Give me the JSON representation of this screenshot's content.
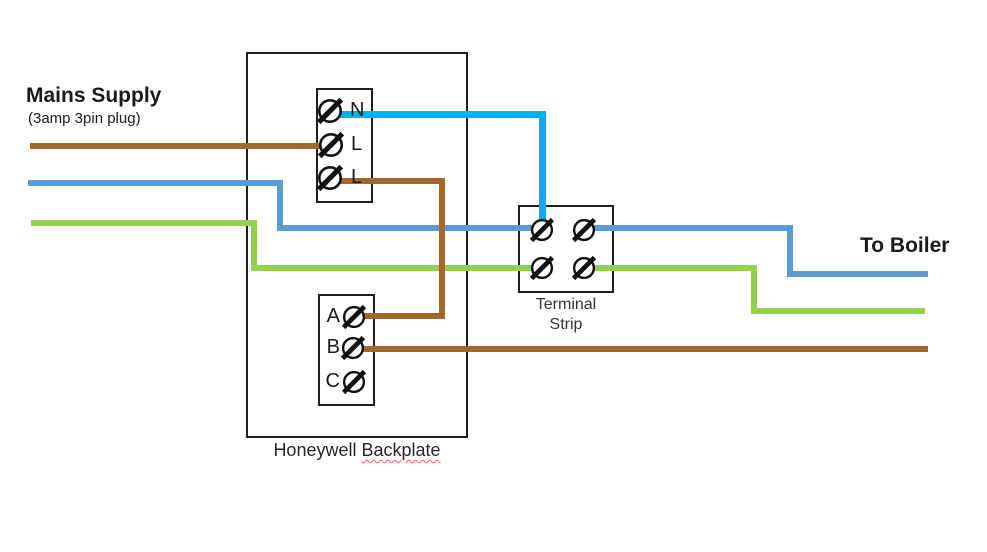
{
  "labels": {
    "mains_title": "Mains Supply",
    "mains_subtitle": "(3amp 3pin plug)",
    "to_boiler": "To Boiler",
    "terminal_strip_line1": "Terminal",
    "terminal_strip_line2": "Strip",
    "backplate_word1": "Honeywell",
    "backplate_word2": "Backplate"
  },
  "backplate": {
    "top_terminals": [
      {
        "id": "N",
        "label": "N"
      },
      {
        "id": "L1",
        "label": "L"
      },
      {
        "id": "L2",
        "label": "L"
      }
    ],
    "bottom_terminals": [
      {
        "id": "A",
        "label": "A"
      },
      {
        "id": "B",
        "label": "B"
      },
      {
        "id": "C",
        "label": "C"
      }
    ]
  },
  "terminal_strip": {
    "screw_count": 4
  },
  "colors": {
    "wire_brown": "#A5682A",
    "wire_blue": "#5B9BD5",
    "wire_cyan": "#00B0F0",
    "wire_green": "#92D050",
    "spellcheck_red": "#ff5252"
  },
  "connections": [
    {
      "wire": "brown",
      "from": "Mains Supply",
      "to": "Backplate L (middle terminal)"
    },
    {
      "wire": "blue",
      "from": "Mains Supply",
      "to": "Terminal Strip top-left screw"
    },
    {
      "wire": "green",
      "from": "Mains Supply",
      "to": "Terminal Strip bottom-left screw"
    },
    {
      "wire": "cyan",
      "from": "Backplate N terminal",
      "to": "Terminal Strip top-left screw"
    },
    {
      "wire": "brown",
      "from": "Backplate L (bottom terminal)",
      "to": "Backplate A terminal"
    },
    {
      "wire": "brown",
      "from": "Backplate B terminal",
      "to": "To Boiler"
    },
    {
      "wire": "blue",
      "from": "Terminal Strip top-right screw",
      "to": "To Boiler"
    },
    {
      "wire": "green",
      "from": "Terminal Strip bottom-right screw",
      "to": "To Boiler"
    }
  ]
}
